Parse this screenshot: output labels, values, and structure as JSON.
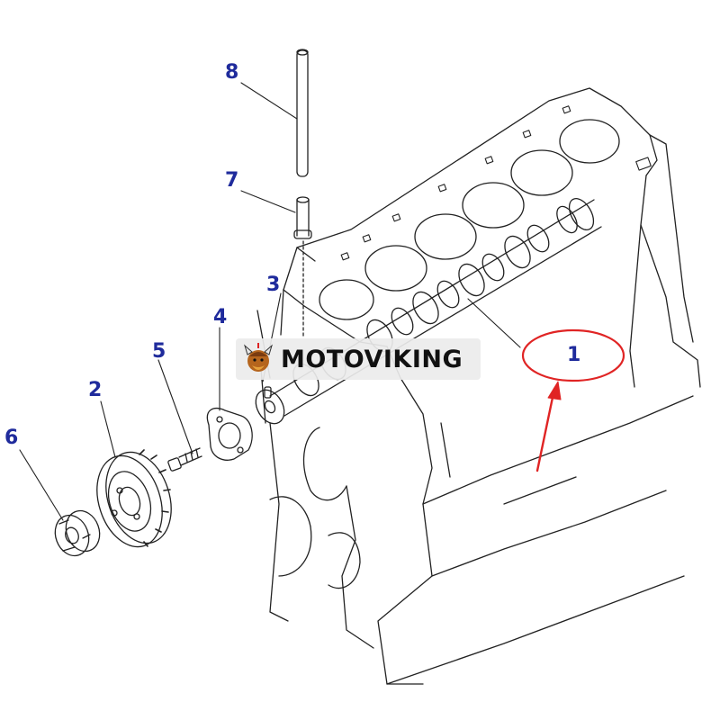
{
  "callouts": {
    "part_1": "1",
    "part_2": "2",
    "part_3": "3",
    "part_4": "4",
    "part_5": "5",
    "part_6": "6",
    "part_7": "7",
    "part_8": "8"
  },
  "watermark": {
    "text": "MOTOVIKING"
  },
  "colors": {
    "callout_text": "#1f2b9c",
    "highlight": "#e02424",
    "line_art": "#222222"
  }
}
